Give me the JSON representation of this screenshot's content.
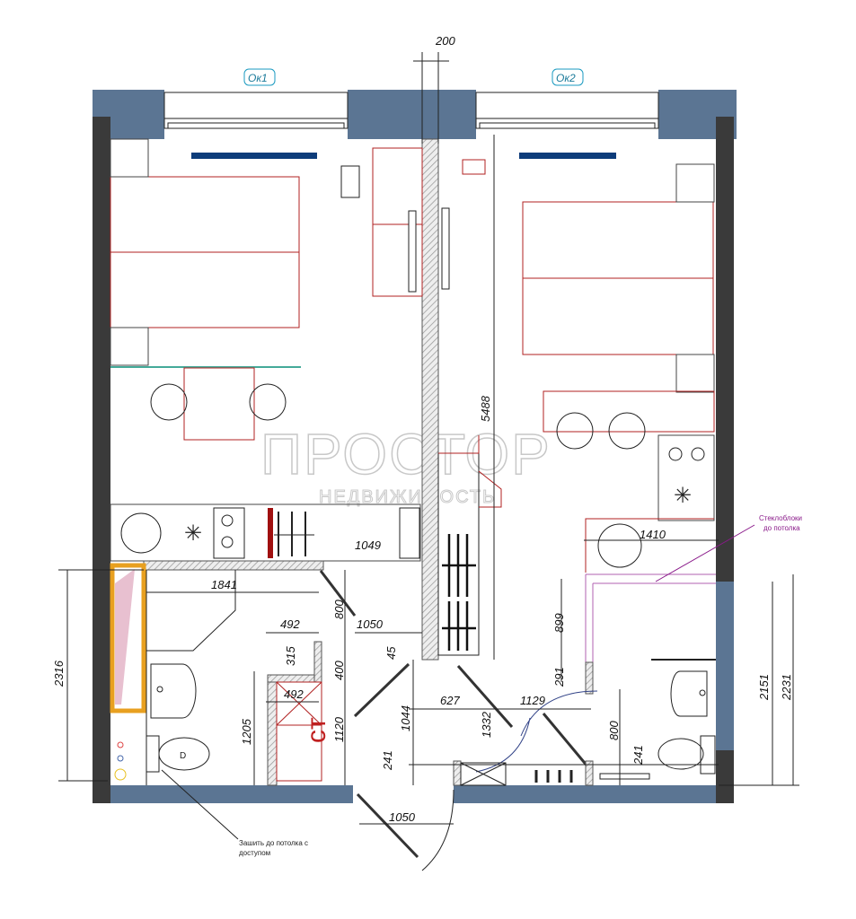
{
  "windows": {
    "ok1": "Ок1",
    "ok2": "Ок2"
  },
  "dimensions": {
    "wall_200": "200",
    "height_5488": "5488",
    "d1049": "1049",
    "d1841": "1841",
    "d800_left": "800",
    "d1050_top": "1050",
    "d492_top": "492",
    "d315": "315",
    "d400": "400",
    "d492_inner": "492",
    "d45": "45",
    "d1205": "1205",
    "d1120": "1120",
    "d1044": "1044",
    "d627": "627",
    "d1332": "1332",
    "d1129": "1129",
    "d291": "291",
    "d899": "899",
    "d800_right": "800",
    "d241_left": "241",
    "d241_right": "241",
    "d2316": "2316",
    "d2151": "2151",
    "d2231": "2231",
    "d1410": "1410",
    "d1050_bottom": "1050"
  },
  "notes": {
    "glass_blocks": [
      "Стеклоблоки",
      "до потолка"
    ],
    "sew_up": [
      "Зашить до потолка с",
      "доступом"
    ],
    "washer_label": "ст"
  },
  "watermark": {
    "brand": "ПРОСТОР",
    "sub": "НЕДВИЖИМОСТЬ"
  },
  "colors": {
    "wall_blue": "#5b7593",
    "wall_dark": "#3a3a3a",
    "furniture": "#b02020",
    "accent_bar": "#0d3c7a",
    "bath": "#e8a020",
    "glass": "#a040a0"
  }
}
